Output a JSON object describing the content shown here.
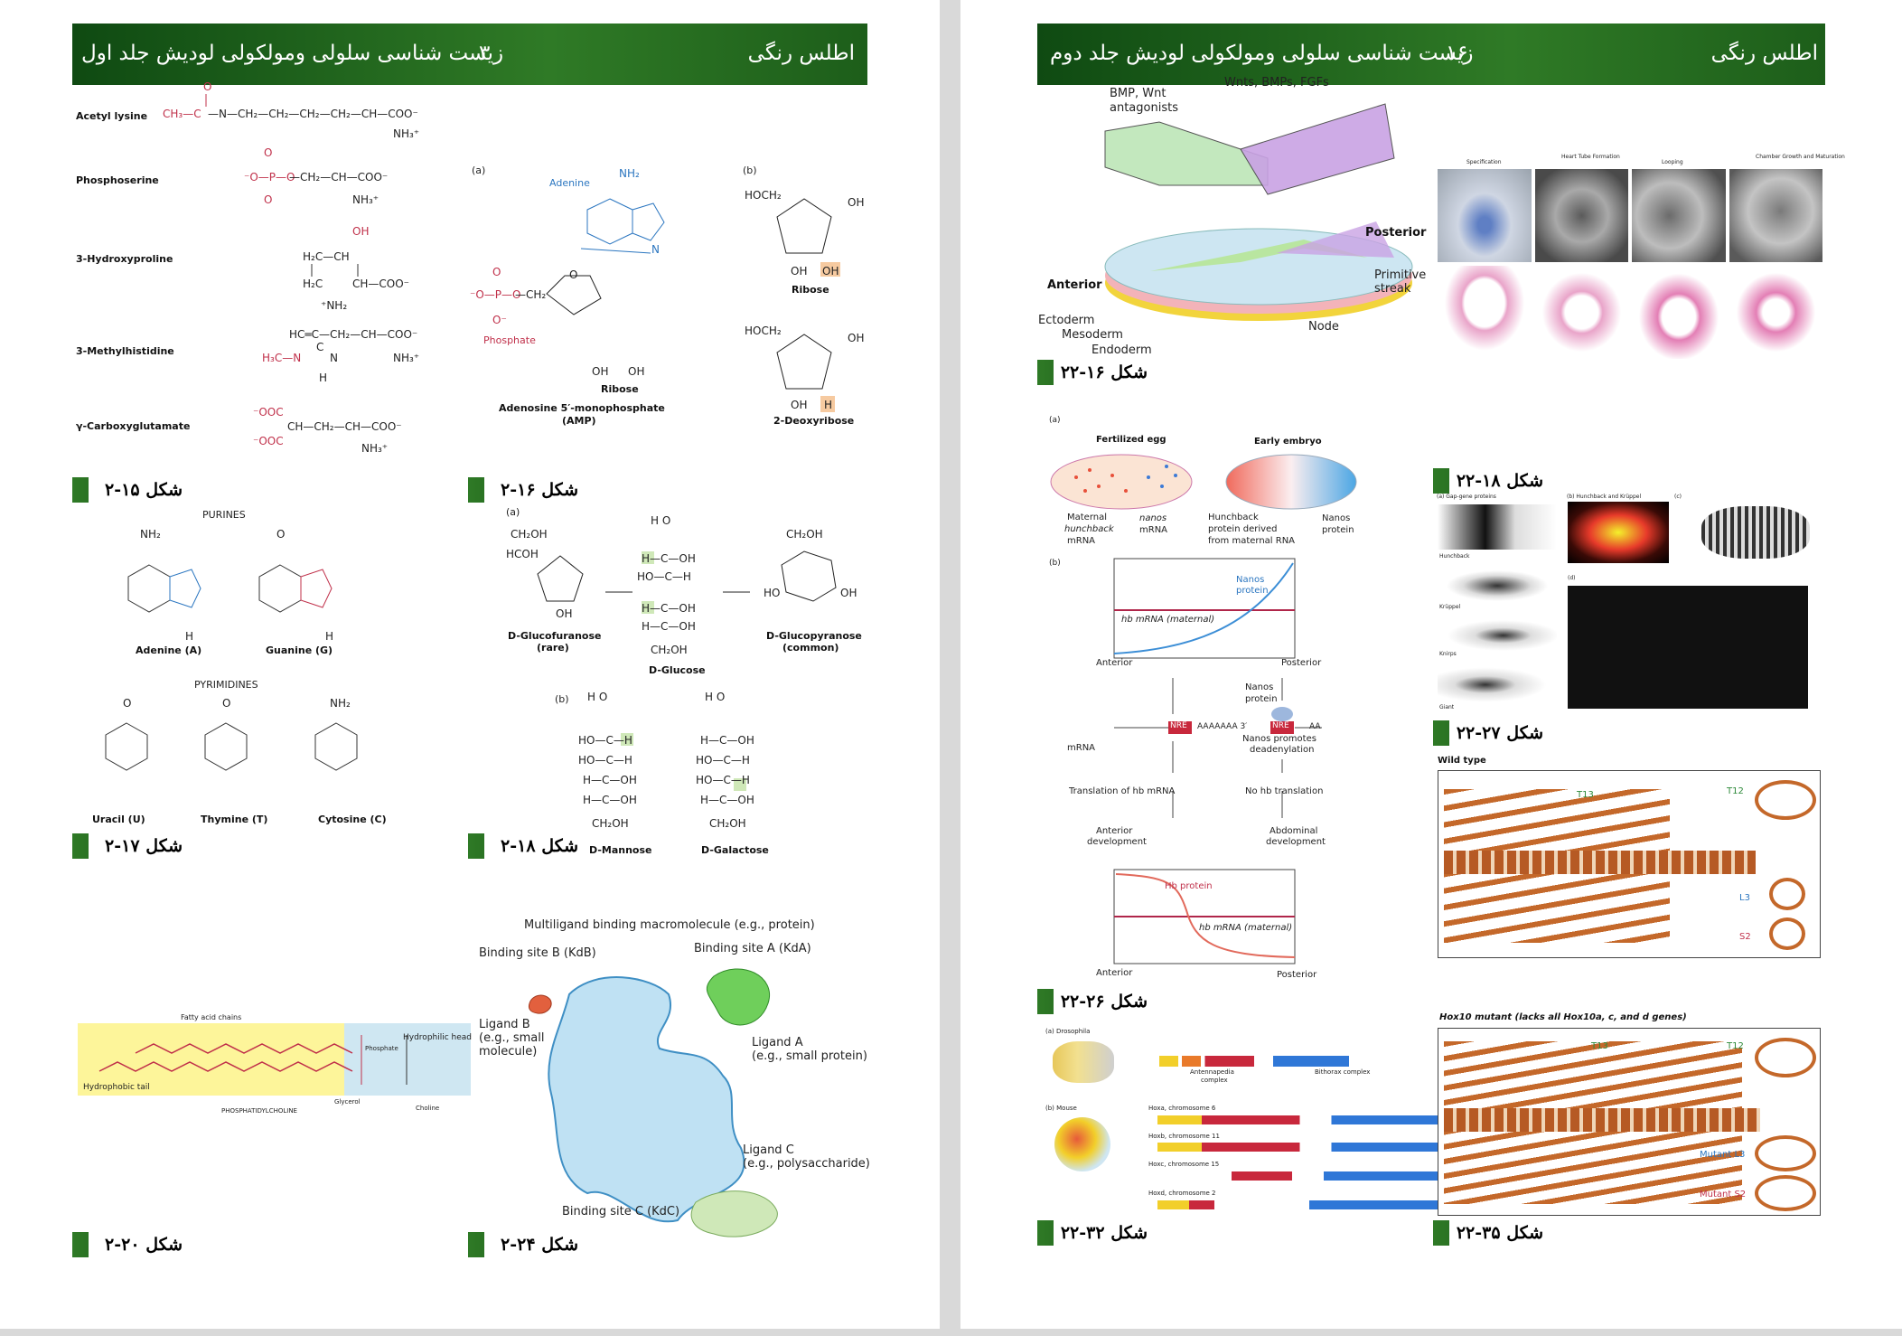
{
  "left": {
    "header": {
      "book": "زیست شناسی سلولی ومولکولی لودیش جلد اول",
      "page": "۳",
      "section": "اطلس رنگی"
    },
    "figures": {
      "f15": "شکل ۱۵-۲",
      "f16": "شکل ۱۶-۲",
      "f17": "شکل ۱۷-۲",
      "f18": "شکل ۱۸-۲",
      "f20": "شکل ۲۰-۲",
      "f24": "شکل ۲۴-۲"
    },
    "aminoacids": [
      "Acetyl lysine",
      "Phosphoserine",
      "3-Hydroxyproline",
      "3-Methylhistidine",
      "γ-Carboxyglutamate"
    ],
    "amp": {
      "a": "(a)",
      "adenine": "Adenine",
      "phosphate": "Phosphate",
      "ribose": "Ribose",
      "caption": "Adenosine 5′-monophosphate",
      "caption2": "(AMP)"
    },
    "sugars": {
      "b": "(b)",
      "ribose": "Ribose",
      "deoxy": "2-Deoxyribose"
    },
    "bases": {
      "purines": "PURINES",
      "pyrimidines": "PYRIMIDINES",
      "adenine": "Adenine (A)",
      "guanine": "Guanine (G)",
      "uracil": "Uracil (U)",
      "thymine": "Thymine (T)",
      "cytosine": "Cytosine (C)"
    },
    "glucose": {
      "a": "(a)",
      "b": "(b)",
      "furanose": "D-Glucofuranose",
      "furanose2": "(rare)",
      "glucose": "D-Glucose",
      "pyranose": "D-Glucopyranose",
      "pyranose2": "(common)",
      "mannose": "D-Mannose",
      "galactose": "D-Galactose"
    },
    "lipid": {
      "fatty": "Fatty acid chains",
      "hydrophilic": "Hydrophilic head",
      "phosphate": "Phosphate",
      "hydrophobic": "Hydrophobic tail",
      "glycerol": "Glycerol",
      "choline": "Choline",
      "name": "PHOSPHATIDYLCHOLINE"
    },
    "binding": {
      "macro": "Multiligand binding macromolecule (e.g., protein)",
      "siteA": "Binding site A (KdA)",
      "siteB": "Binding site B (KdB)",
      "siteC": "Binding site C (KdC)",
      "ligB": "Ligand B",
      "ligB2": "(e.g., small",
      "ligB3": "molecule)",
      "ligA": "Ligand A",
      "ligA2": "(e.g., small protein)",
      "ligC": "Ligand C",
      "ligC2": "(e.g., polysaccharide)"
    }
  },
  "right": {
    "header": {
      "book": "زیست شناسی سلولی ومولکولی لودیش جلد دوم",
      "page": "۱۶",
      "section": "اطلس رنگی"
    },
    "figures": {
      "f16": "شکل ۱۶-۲۲",
      "f18": "شکل ۱۸-۲۲",
      "f26": "شکل ۲۶-۲۲",
      "f27": "شکل ۲۷-۲۲",
      "f32": "شکل ۳۲-۲۲",
      "f35": "شکل ۳۵-۲۲"
    },
    "embryo": {
      "wnts": "Wnts, BMPs, FGFs",
      "bmp": "BMP, Wnt",
      "bmp2": "antagonists",
      "posterior": "Posterior",
      "anterior": "Anterior",
      "primitive": "Primitive",
      "streak": "streak",
      "ectoderm": "Ectoderm",
      "mesoderm": "Mesoderm",
      "endoderm": "Endoderm",
      "node": "Node"
    },
    "heart": {
      "a": "Specification",
      "b": "Heart Tube Formation",
      "c": "Looping",
      "d": "Chamber Growth and Maturation"
    },
    "drosophila": {
      "a": "(a)",
      "egg": "Fertilized egg",
      "early": "Early embryo",
      "maternal": "Maternal",
      "hunchback": "hunchback",
      "mrna": "mRNA",
      "nanos": "nanos",
      "hbprotein": "Hunchback",
      "hbprotein2": "protein derived",
      "hbprotein3": "from maternal RNA",
      "nanosp": "Nanos",
      "nanosp2": "protein",
      "b": "(b)",
      "hbm": "hb mRNA (maternal)",
      "ant": "Anterior",
      "post": "Posterior",
      "nre": "NRE",
      "aaa": "AAAAAAA 3′",
      "aa": "AA",
      "promotes": "Nanos promotes",
      "promotes2": "deadenylation",
      "trans": "Translation of hb mRNA",
      "notrans": "No hb translation",
      "antdev": "Anterior",
      "antdev2": "development",
      "abdev": "Abdominal",
      "abdev2": "development",
      "hbp": "Hb protein"
    },
    "gap": {
      "a": "(a) Gap-gene proteins",
      "b": "(b) Hunchback and Krüppel",
      "c": "(c)",
      "d": "(d)",
      "hunch": "Hunchback",
      "krup": "Krüppel",
      "knirps": "Knirps",
      "giant": "Giant"
    },
    "hox": {
      "a": "(a) Drosophila",
      "b": "(b) Mouse",
      "ant": "Antennapedia",
      "ant2": "complex",
      "bith": "Bithorax complex",
      "hoxa": "Hoxa, chromosome 6",
      "hoxb": "Hoxb, chromosome 11",
      "hoxc": "Hoxc, chromosome 15",
      "hoxd": "Hoxd, chromosome 2"
    },
    "ribs": {
      "wild": "Wild type",
      "t13": "T13",
      "t12": "T12",
      "l3": "L3",
      "s2": "S2",
      "mutant": "Hox10 mutant (lacks all Hox10a, c, and d genes)",
      "ml3": "Mutant L3",
      "ms2": "Mutant S2"
    }
  }
}
